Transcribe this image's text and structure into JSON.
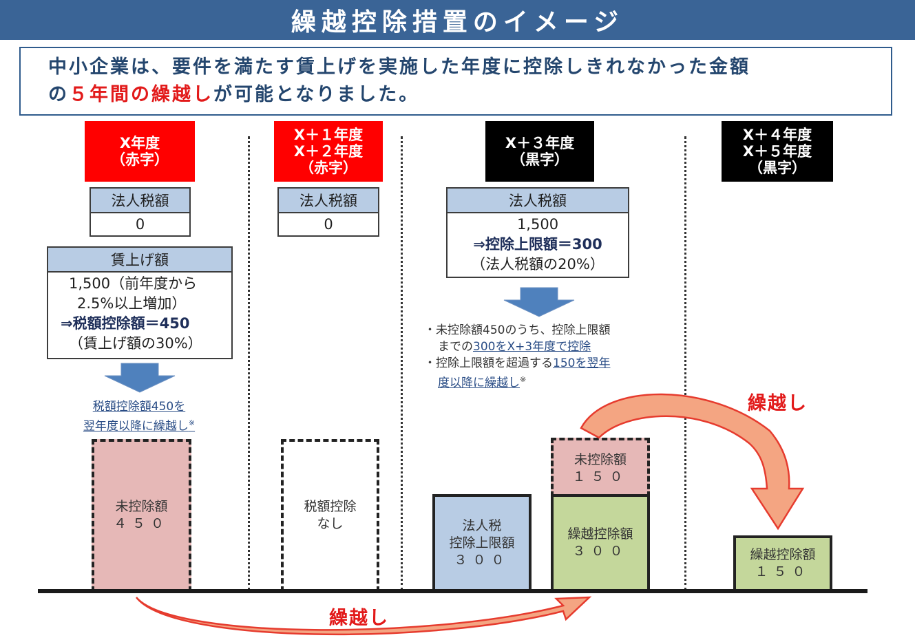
{
  "title": "繰越控除措置のイメージ",
  "intro": {
    "line1": "中小企業は、要件を満たす賃上げを実施した年度に控除しきれなかった金額",
    "line2_pre": "の",
    "line2_red": "５年間の繰越し",
    "line2_post": "が可能となりました。"
  },
  "columns": {
    "x": {
      "head": [
        "X年度",
        "（赤字）"
      ],
      "tax_label": "法人税額",
      "tax_value": "0",
      "wage_label": "賃上げ額",
      "wage_lines": [
        "1,500（前年度から",
        "2.5%以上増加）"
      ],
      "wage_bold": "⇒税額控除額＝450",
      "wage_note": "（賃上げ額の30%）",
      "carry_note": [
        "税額控除額450を",
        "翌年度以降に繰越し"
      ],
      "carry_note_mark": "※",
      "bar": [
        "未控除額",
        "４５０"
      ]
    },
    "x12": {
      "head": [
        "X＋１年度",
        "X＋２年度",
        "（赤字）"
      ],
      "tax_label": "法人税額",
      "tax_value": "0",
      "bar": [
        "税額控除",
        "なし"
      ]
    },
    "x3": {
      "head": [
        "X＋３年度",
        "（黒字）"
      ],
      "tax_label": "法人税額",
      "tax_value": "1,500",
      "tax_bold": "⇒控除上限額＝300",
      "tax_note": "（法人税額の20%）",
      "bullet1_a": "・未控除額450のうち、控除上限額",
      "bullet1_b_pre": "までの",
      "bullet1_b_u": "300をX+3年度で控除",
      "bullet2_a_pre": "・控除上限額を超過する",
      "bullet2_a_u": "150を翌年",
      "bullet2_b_u": "度以降に繰越し",
      "bullet2_mark": "※",
      "bar_limit": [
        "法人税",
        "控除上限額",
        "３００"
      ],
      "bar_carry": [
        "繰越控除額",
        "３００"
      ],
      "bar_unused": [
        "未控除額",
        "１５０"
      ]
    },
    "x45": {
      "head": [
        "X＋４年度",
        "X＋５年度",
        "（黒字）"
      ],
      "bar": [
        "繰越控除額",
        "１５０"
      ]
    }
  },
  "carry_label_top": "繰越し",
  "carry_label_bottom": "繰越し",
  "colors": {
    "title_bg": "#3a6496",
    "accent_red": "#e21a1a",
    "head_red": "#ff0000",
    "head_black": "#000000",
    "cell_blue": "#b8cce4",
    "bar_pink": "#e6b8b7",
    "bar_green": "#c4d79b",
    "arrow_blue": "#4f81bd",
    "arrow_orange": "#f4a582"
  }
}
